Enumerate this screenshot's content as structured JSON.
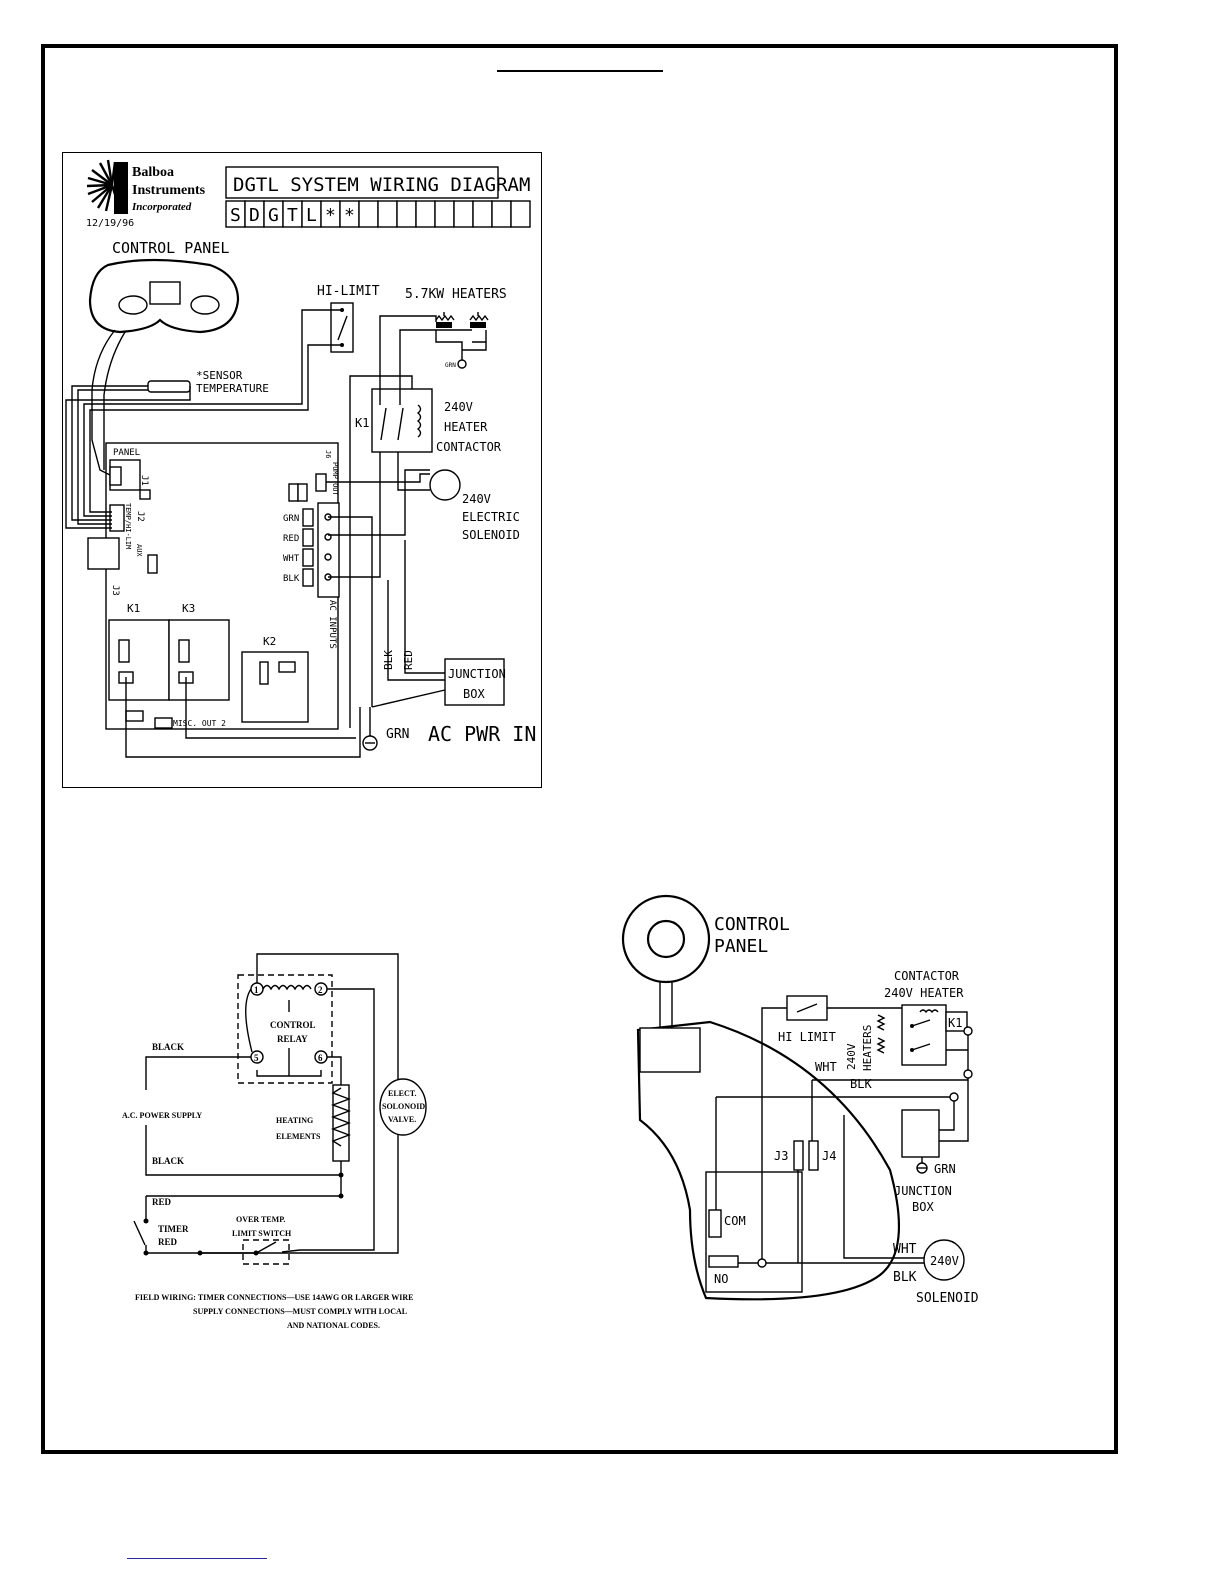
{
  "diagram1": {
    "brand_name_1": "Balboa",
    "brand_name_2": "Instruments",
    "brand_name_3": "Incorporated",
    "date": "12/19/96",
    "title": "DGTL SYSTEM WIRING DIAGRAM",
    "model_cells": [
      "S",
      "D",
      "G",
      "T",
      "L",
      "*",
      "*",
      "",
      "",
      "",
      "",
      "",
      "",
      "",
      "",
      ""
    ],
    "control_panel": "CONTROL PANEL",
    "hi_limit": "HI-LIMIT",
    "heaters": "5.7KW HEATERS",
    "grn_small": "GRN",
    "sensor_1": "*SENSOR",
    "sensor_2": "TEMPERATURE",
    "k1": "K1",
    "contactor_1": "240V",
    "contactor_2": "HEATER",
    "contactor_3": "CONTACTOR",
    "panel": "PANEL",
    "j1": "J1",
    "j2": "J2",
    "j3": "J3",
    "j6": "J6",
    "temp_hilim": "TEMP/HI-LIM",
    "aux": "AUX",
    "pump_out": "PUMP OUT",
    "solenoid_1": "240V",
    "solenoid_2": "ELECTRIC",
    "solenoid_3": "SOLENOID",
    "terminals": [
      "GRN",
      "RED",
      "WHT",
      "BLK"
    ],
    "ac_inputs": "AC INPUTS",
    "relay_k1": "K1",
    "relay_k3": "K3",
    "relay_k2": "K2",
    "misc_out": "MISC. OUT 2",
    "blk": "BLK",
    "red": "RED",
    "junction_1": "JUNCTION",
    "junction_2": "BOX",
    "grn": "GRN",
    "ac_pwr_in": "AC PWR IN"
  },
  "diagram2": {
    "terminal_1": "1",
    "terminal_2": "2",
    "terminal_5": "5",
    "terminal_6": "6",
    "control_relay_1": "CONTROL",
    "control_relay_2": "RELAY",
    "black_top": "BLACK",
    "ac_power_supply": "A.C. POWER SUPPLY",
    "heating_1": "HEATING",
    "heating_2": "ELEMENTS",
    "valve_1": "ELECT.",
    "valve_2": "SOLONOID",
    "valve_3": "VALVE.",
    "black_bottom": "BLACK",
    "red_top": "RED",
    "timer": "TIMER",
    "red_bottom": "RED",
    "over_temp_1": "OVER TEMP.",
    "over_temp_2": "LIMIT SWITCH",
    "note_1": "FIELD WIRING: TIMER CONNECTIONS—USE 14AWG OR LARGER WIRE",
    "note_2": "SUPPLY CONNECTIONS—MUST COMPLY WITH LOCAL",
    "note_3": "AND NATIONAL CODES."
  },
  "diagram3": {
    "control_panel_1": "CONTROL",
    "control_panel_2": "PANEL",
    "contactor_1": "CONTACTOR",
    "contactor_2": "240V HEATER",
    "k1": "K1",
    "hi_limit": "HI LIMIT",
    "heaters_1": "240V",
    "heaters_2": "HEATERS",
    "wht_top": "WHT",
    "blk_top": "BLK",
    "j3": "J3",
    "j4": "J4",
    "grn": "GRN",
    "junction_1": "JUNCTION",
    "junction_2": "BOX",
    "com": "COM",
    "no": "NO",
    "wht_bottom": "WHT",
    "blk_bottom": "BLK",
    "solenoid_volt": "240V",
    "solenoid": "SOLENOID"
  }
}
